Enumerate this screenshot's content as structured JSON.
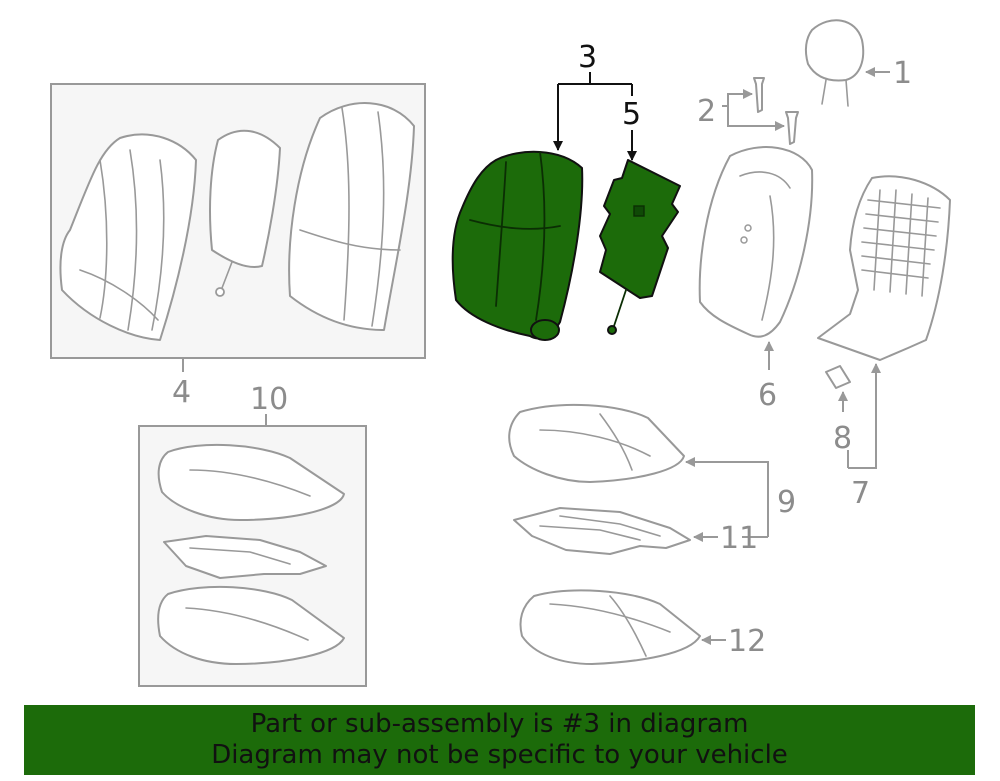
{
  "diagram": {
    "callouts": {
      "c1": "1",
      "c2": "2",
      "c3": "3",
      "c4": "4",
      "c5": "5",
      "c6": "6",
      "c7": "7",
      "c8": "8",
      "c9": "9",
      "c10": "10",
      "c11": "11",
      "c12": "12"
    },
    "highlight_part": "3",
    "highlight_color": "#1c6b0a",
    "line_color": "#999999"
  },
  "banner": {
    "line1": "Part or sub-assembly is #3 in diagram",
    "line2": "Diagram may not be specific to your vehicle",
    "background": "#1c6b0a"
  }
}
